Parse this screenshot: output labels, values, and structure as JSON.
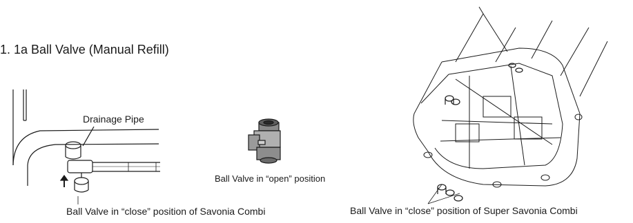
{
  "heading": "1. 1a Ball Valve (Manual Refill)",
  "labels": {
    "drainage_pipe": "Drainage Pipe",
    "open_position": "Ball Valve in “open” position",
    "close_savonia": "Ball Valve in “close” position of Savonia Combi",
    "close_super": "Ball Valve in “close” position of Super Savonia Combi"
  }
}
